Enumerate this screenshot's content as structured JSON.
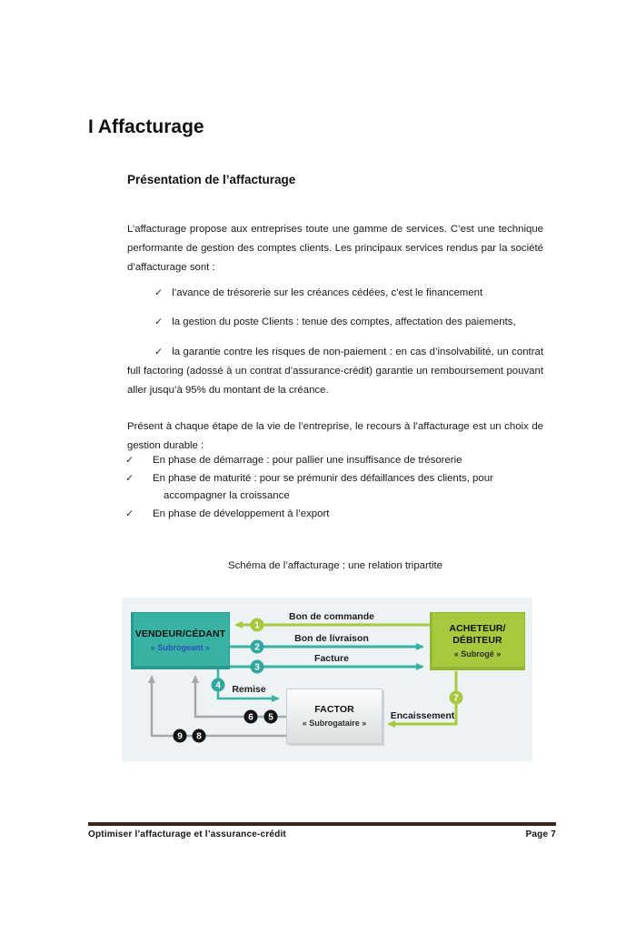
{
  "page": {
    "title": "I Affacturage",
    "section_heading": "Présentation de l’affacturage",
    "bullet_glyph": "✓",
    "intro": "L’affacturage propose aux entreprises toute une gamme de services. C’est une technique performante de gestion des comptes clients. Les principaux services rendus par la société d’affacturage sont :",
    "services": [
      "l’avance de trésorerie sur les créances cédées, c’est le financement",
      "la gestion du poste Clients : tenue des comptes, affectation des paiements,",
      "la garantie contre les risques de non-paiement : en cas d’insolvabilité, un contrat full factoring (adossé à un contrat d’assurance-crédit) garantie un remboursement pouvant aller jusqu’à 95% du montant de la créance."
    ],
    "durable_intro": "Présent à chaque étape de la vie de l’entreprise, le recours à l’affacturage est un choix de gestion durable :",
    "phases": [
      "En phase de démarrage : pour pallier une insuffisance de trésorerie",
      "En phase de maturité : pour se prémunir des défaillances des clients, pour accompagner la croissance",
      "En phase de développement à l’export"
    ]
  },
  "diagram": {
    "caption": "Schéma de l’affacturage : une relation tripartite",
    "vendor": {
      "title": "VENDEUR/CÉDANT",
      "subtitle": "« Subrogeant »"
    },
    "buyer": {
      "title1": "ACHETEUR/",
      "title2": "DÉBITEUR",
      "subtitle": "« Subrogé »"
    },
    "factor": {
      "title": "FACTOR",
      "subtitle": "« Subrogataire »"
    },
    "labels": {
      "bon_de_commande": "Bon de commande",
      "bon_de_livraison": "Bon de livraison",
      "facture": "Facture",
      "remise": "Remise",
      "encaissement": "Encaissement"
    },
    "steps": {
      "n1": "1",
      "n2": "2",
      "n3": "3",
      "n4": "4",
      "n5": "5",
      "n6": "6",
      "n7": "7",
      "n8": "8",
      "n9": "9"
    },
    "colors": {
      "teal": "#38b2a3",
      "green": "#a6c93e",
      "gray": "#a3a9ab",
      "blue": "#2b50bd",
      "black_step": "#141414"
    }
  },
  "footer": {
    "left": "Optimiser l’affacturage et l’assurance-crédit",
    "right": "Page 7"
  }
}
